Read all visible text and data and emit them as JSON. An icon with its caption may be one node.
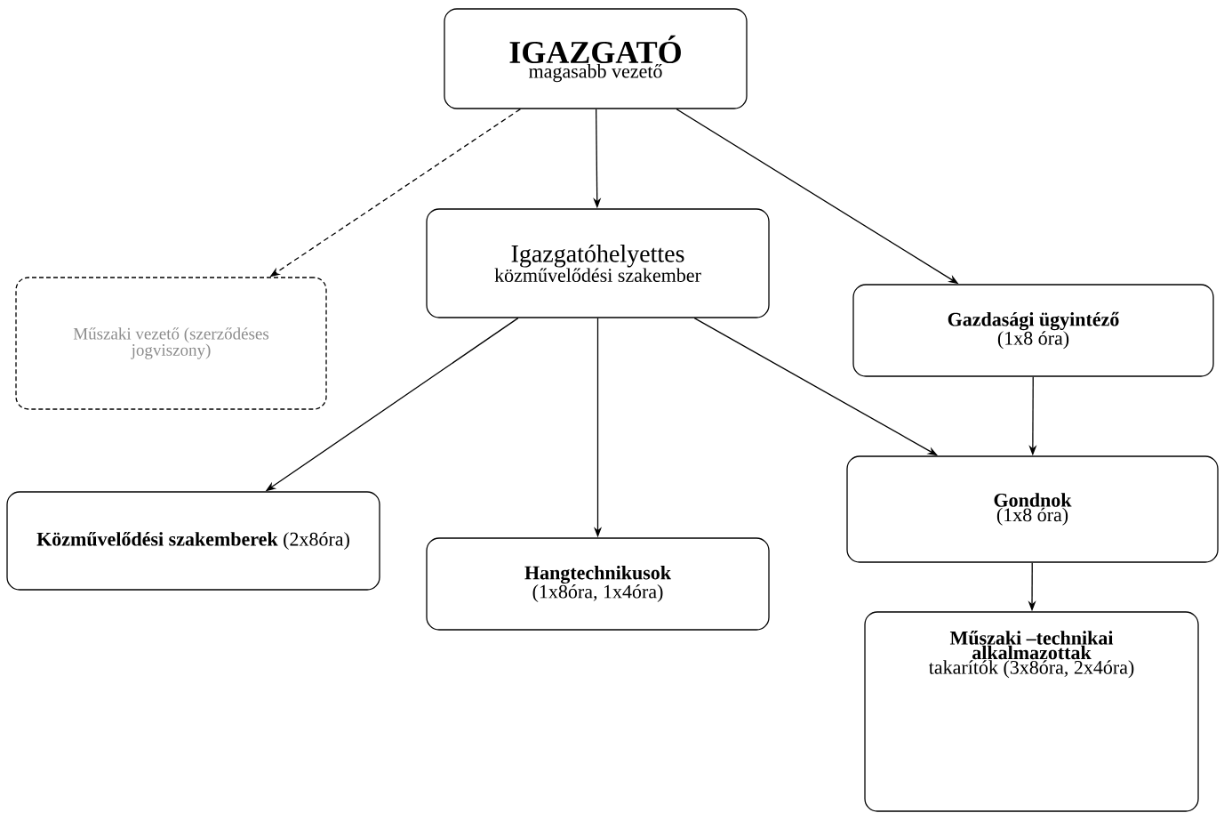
{
  "diagram": {
    "nodes": [
      {
        "text": [
          "IGAZGATÓ",
          "magasabb vezető"
        ]
      },
      {
        "text": [
          "Igazgatóhelyettes",
          "közművelődési szakember"
        ]
      },
      {
        "text": [
          "Műszaki vezető (szerződéses jogviszony)"
        ]
      },
      {
        "text": [
          "Gazdasági ügyintéző",
          "(1x8 óra)"
        ]
      },
      {
        "text": [
          "**Közművelődési szakemberek** (2x8óra)"
        ]
      },
      {
        "text": [
          "Hangtechnikusok",
          "(1x8óra, 1x4óra)"
        ]
      },
      {
        "text": [
          "Gondnok",
          "(1x8 óra)"
        ]
      },
      {
        "text": [
          "Műszaki –technikai alkalmazottak",
          "takarítók (3x8óra, 2x4óra)"
        ]
      }
    ],
    "edges": [
      {
        "from": 0,
        "to": 2,
        "arrow": "to",
        "style": "dashed"
      },
      {
        "from": 0,
        "to": 1,
        "arrow": "to"
      },
      {
        "from": 0,
        "to": 3,
        "arrow": "to"
      },
      {
        "from": 1,
        "to": 4,
        "arrow": "to"
      },
      {
        "from": 1,
        "to": 5,
        "arrow": "to"
      },
      {
        "from": 1,
        "to": 6,
        "arrow": "to"
      },
      {
        "from": 3,
        "to": 6,
        "arrow": "to"
      },
      {
        "from": 6,
        "to": 7,
        "arrow": "to"
      }
    ]
  }
}
